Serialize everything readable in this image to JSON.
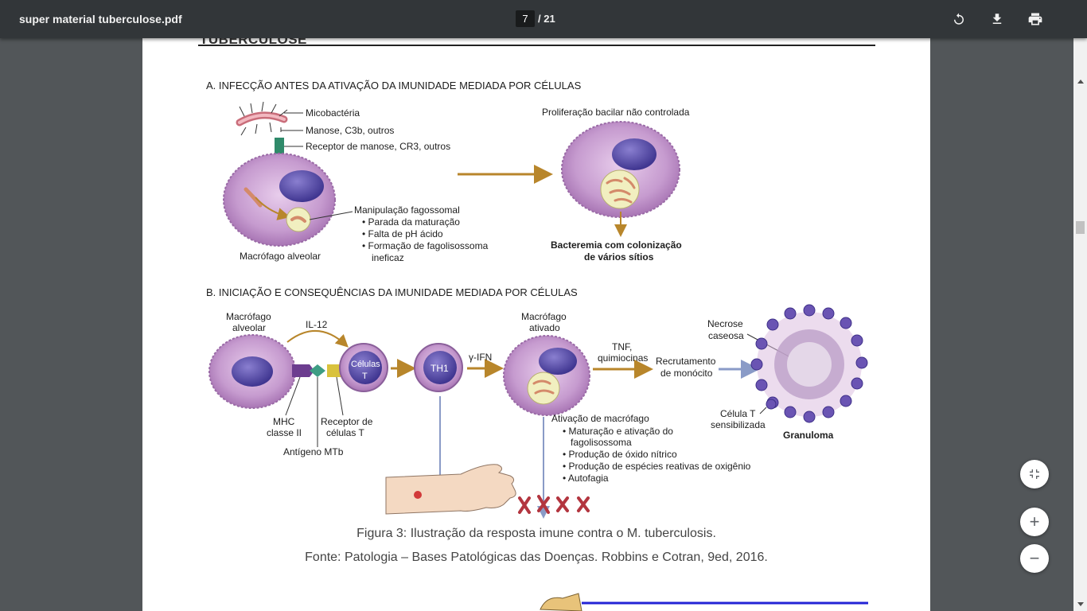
{
  "toolbar": {
    "title": "super material tuberculose.pdf",
    "current_page": "7",
    "total_pages": "/ 21",
    "rotate_icon": "rotate-icon",
    "download_icon": "download-icon",
    "print_icon": "print-icon"
  },
  "page": {
    "header_fragment": "TUBERCULOSE",
    "figure": {
      "section_a": {
        "heading": "A. INFECÇÃO ANTES DA ATIVAÇÃO DA IMUNIDADE MEDIADA POR CÉLULAS",
        "micobacteria": "Micobactéria",
        "manose": "Manose, C3b, outros",
        "receptor": "Receptor de manose, CR3, outros",
        "manipulacao": "Manipulação fagossomal",
        "bullet1": "• Parada da maturação",
        "bullet2": "• Falta de pH ácido",
        "bullet3": "• Formação de fagolisossoma",
        "bullet3b": "ineficaz",
        "macrofago": "Macrófago alveolar",
        "proliferacao": "Proliferação bacilar não controlada",
        "bacteremia1": "Bacteremia com colonização",
        "bacteremia2": "de vários sítios"
      },
      "section_b": {
        "heading": "B. INICIAÇÃO E CONSEQUÊNCIAS DA IMUNIDADE MEDIADA POR CÉLULAS",
        "macro_alv1": "Macrófago",
        "macro_alv2": "alveolar",
        "il12": "IL-12",
        "celulas1": "Células",
        "celulas2": "T",
        "th1": "TH1",
        "gamma_ifn": "γ-IFN",
        "macro_at1": "Macrófago",
        "macro_at2": "ativado",
        "tnf1": "TNF,",
        "tnf2": "quimiocinas",
        "recrut1": "Recrutamento",
        "recrut2": "de monócito",
        "necrose1": "Necrose",
        "necrose2": "caseosa",
        "mhc1": "MHC",
        "mhc2": "classe II",
        "recept1": "Receptor de",
        "recept2": "células T",
        "antigeno": "Antígeno MTb",
        "ativacao": "Ativação de macrófago",
        "b1": "• Maturação e ativação do",
        "b1b": "fagolisossoma",
        "b2": "• Produção de óxido nítrico",
        "b3": "• Produção de espécies reativas de oxigênio",
        "b4": "• Autofagia",
        "celT1": "Célula T",
        "celT2": "sensibilizada",
        "granuloma": "Granuloma"
      }
    },
    "caption_line1": "Figura 3: Ilustração da resposta imune contra o M. tuberculosis.",
    "caption_line2": "Fonte: Patologia – Bases Patológicas das Doenças. Robbins e Cotran, 9ed, 2016."
  },
  "controls": {
    "fit_icon": "fit-page-icon",
    "zoom_in_label": "+",
    "zoom_out_label": "−"
  },
  "colors": {
    "toolbar_bg": "#323639",
    "viewer_bg": "#525659",
    "cell_purple": "#c69bcf",
    "nucleus_purple": "#5c4fa6",
    "arrow_gold": "#b8862b",
    "arrow_blue": "#8a9bc7"
  }
}
